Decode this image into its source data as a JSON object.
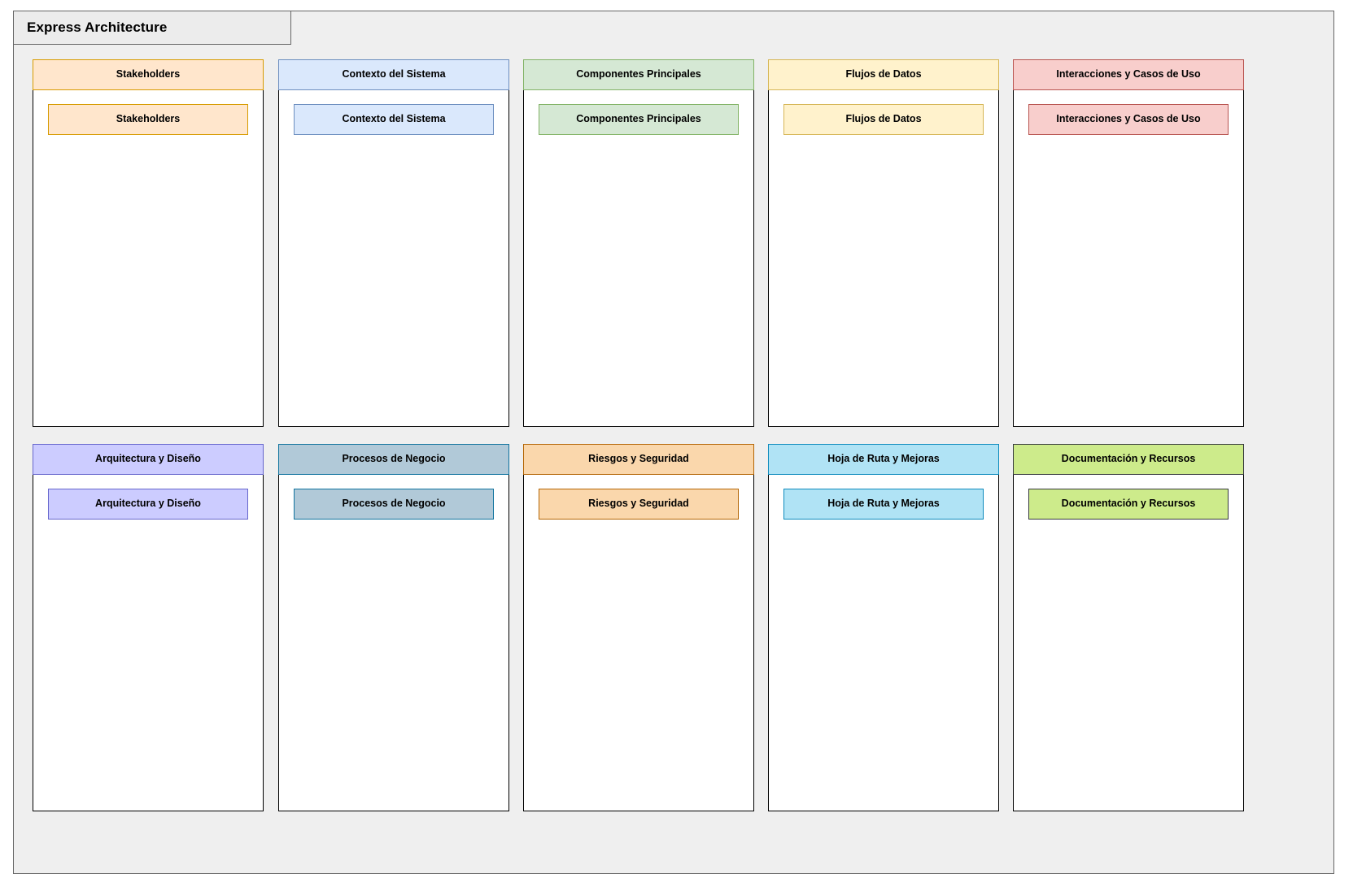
{
  "container": {
    "title": "Express Architecture",
    "title_tab_bg": "#ececec",
    "frame_bg": "#efefef",
    "frame_border": "#666666"
  },
  "cards": [
    {
      "id": "stakeholders",
      "header_label": "Stakeholders",
      "item_label": "Stakeholders",
      "fill": "#ffe6cc",
      "stroke": "#d79b00",
      "row": 0,
      "col": 0
    },
    {
      "id": "contexto-del-sistema",
      "header_label": "Contexto del Sistema",
      "item_label": "Contexto del Sistema",
      "fill": "#dae8fc",
      "stroke": "#6c8ebf",
      "row": 0,
      "col": 1
    },
    {
      "id": "componentes-principales",
      "header_label": "Componentes Principales",
      "item_label": "Componentes Principales",
      "fill": "#d5e8d4",
      "stroke": "#82b366",
      "row": 0,
      "col": 2
    },
    {
      "id": "flujos-de-datos",
      "header_label": "Flujos de Datos",
      "item_label": "Flujos de Datos",
      "fill": "#fff2cc",
      "stroke": "#d6b656",
      "row": 0,
      "col": 3
    },
    {
      "id": "interacciones-y-casos-de-uso",
      "header_label": "Interacciones y Casos de Uso",
      "item_label": "Interacciones y Casos de Uso",
      "fill": "#f8cecc",
      "stroke": "#b85450",
      "row": 0,
      "col": 4
    },
    {
      "id": "arquitectura-y-diseno",
      "header_label": "Arquitectura y Diseño",
      "item_label": "Arquitectura y Diseño",
      "fill": "#ccccff",
      "stroke": "#6666cc",
      "row": 1,
      "col": 0
    },
    {
      "id": "procesos-de-negocio",
      "header_label": "Procesos de Negocio",
      "item_label": "Procesos de Negocio",
      "fill": "#b1c9d8",
      "stroke": "#10739e",
      "row": 1,
      "col": 1
    },
    {
      "id": "riesgos-y-seguridad",
      "header_label": "Riesgos y Seguridad",
      "item_label": "Riesgos y Seguridad",
      "fill": "#fad7ac",
      "stroke": "#b46504",
      "row": 1,
      "col": 2
    },
    {
      "id": "hoja-de-ruta-y-mejoras",
      "header_label": "Hoja de Ruta y Mejoras",
      "item_label": "Hoja de Ruta y Mejoras",
      "fill": "#b0e3f5",
      "stroke": "#0e8bbd",
      "row": 1,
      "col": 3
    },
    {
      "id": "documentacion-y-recursos",
      "header_label": "Documentación y Recursos",
      "item_label": "Documentación y Recursos",
      "fill": "#cdeb8b",
      "stroke": "#36393d",
      "row": 1,
      "col": 4
    }
  ]
}
